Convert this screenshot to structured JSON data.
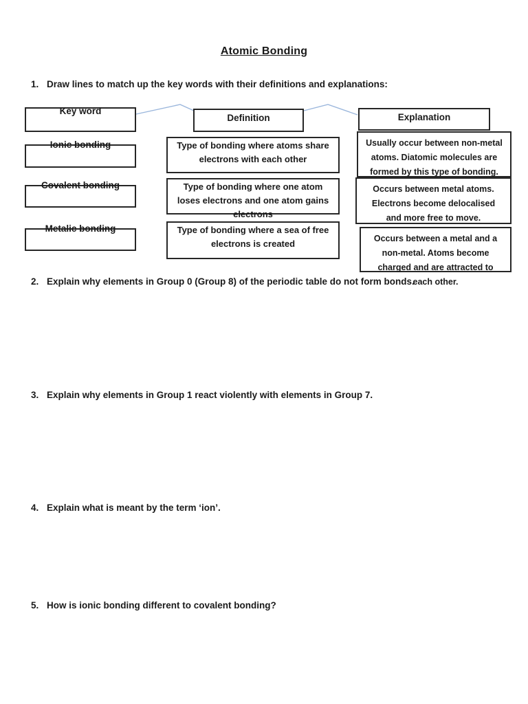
{
  "page": {
    "title": "Atomic Bonding"
  },
  "questions": [
    {
      "number": "1.",
      "text": "Draw lines to match up the key words with their definitions and explanations:"
    },
    {
      "number": "2.",
      "text": "Explain why elements in Group 0 (Group 8) of the periodic table do not form bonds."
    },
    {
      "number": "3.",
      "text": "Explain why elements in Group 1 react violently with elements in Group 7."
    },
    {
      "number": "4.",
      "text": "Explain what is meant by the term ‘ion’."
    },
    {
      "number": "5.",
      "text": "How is ionic bonding different to covalent bonding?"
    }
  ],
  "matching": {
    "columns": {
      "keyword_header": "Key word",
      "definition_header": "Definition",
      "explanation_header": "Explanation"
    },
    "keywords": [
      "Ionic bonding",
      "Covalent bonding",
      "Metalic bonding"
    ],
    "definitions": [
      "Type of bonding where atoms share electrons with each other",
      "Type of bonding where one atom loses electrons and one atom gains electrons",
      "Type of bonding where a sea of free electrons is created"
    ],
    "explanations": [
      "Usually occur between non-metal atoms.  Diatomic molecules are formed by this type of bonding.",
      "Occurs between metal atoms.  Electrons become delocalised and more free to move.",
      "Occurs between a metal and a non-metal.  Atoms become charged and are attracted to each other."
    ]
  },
  "colors": {
    "connector_line": "#9ab6dc",
    "box_border": "#262626",
    "text": "#1a1a1a",
    "background": "#ffffff"
  }
}
